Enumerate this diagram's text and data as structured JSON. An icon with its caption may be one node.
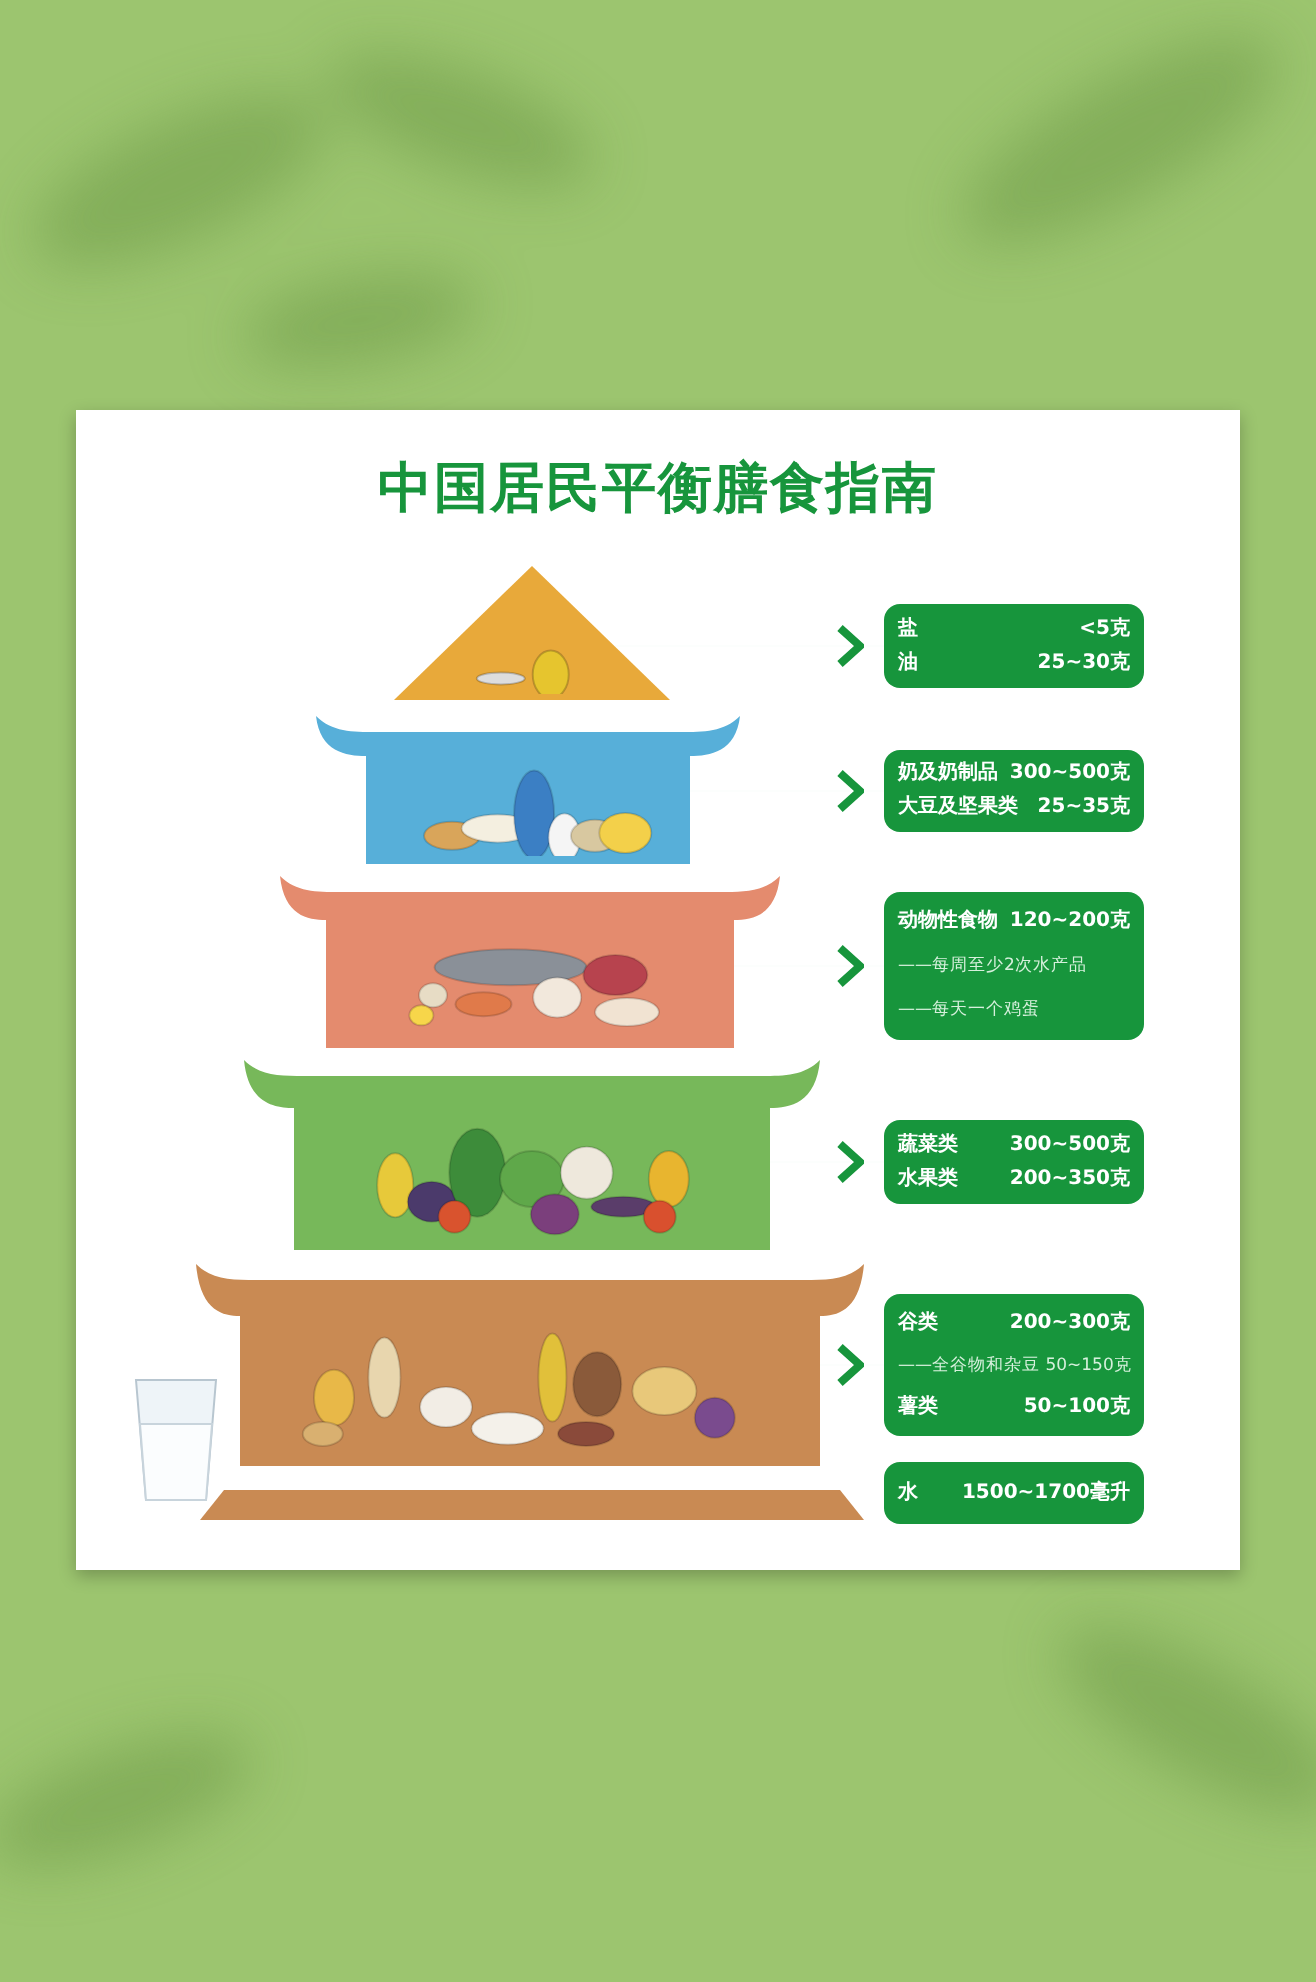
{
  "diagram": {
    "title": "中国居民平衡膳食指南",
    "nodes": [
      {
        "text": [],
        "shape": "picture"
      },
      {
        "text": [
          "盐",
          "<5克",
          "油",
          "25~30克"
        ]
      },
      {
        "text": [],
        "shape": "picture"
      },
      {
        "text": [
          "奶及奶制品",
          "300~500克",
          "大豆及坚果类",
          "25~35克"
        ]
      },
      {
        "text": [],
        "shape": "picture"
      },
      {
        "text": [
          "动物性食物",
          "120~200克",
          "——每周至少2次水产品",
          "——每天一个鸡蛋"
        ]
      },
      {
        "text": [],
        "shape": "picture"
      },
      {
        "text": [
          "蔬菜类",
          "300~500克",
          "水果类",
          "200~350克"
        ]
      },
      {
        "text": [],
        "shape": "picture"
      },
      {
        "text": [
          "谷类",
          "200~300克",
          "——全谷物和杂豆 50~150克",
          "薯类",
          "50~100克"
        ]
      },
      {
        "text": [
          "水",
          "1500~1700毫升"
        ]
      },
      {
        "text": [],
        "shape": "bar"
      }
    ],
    "edges": [
      {
        "from": 0,
        "to": 1,
        "arrow": "to"
      },
      {
        "from": 2,
        "to": 3,
        "arrow": "to"
      },
      {
        "from": 4,
        "to": 5,
        "arrow": "to"
      },
      {
        "from": 6,
        "to": 7,
        "arrow": "to"
      },
      {
        "from": 8,
        "to": 9,
        "arrow": "to"
      }
    ]
  }
}
